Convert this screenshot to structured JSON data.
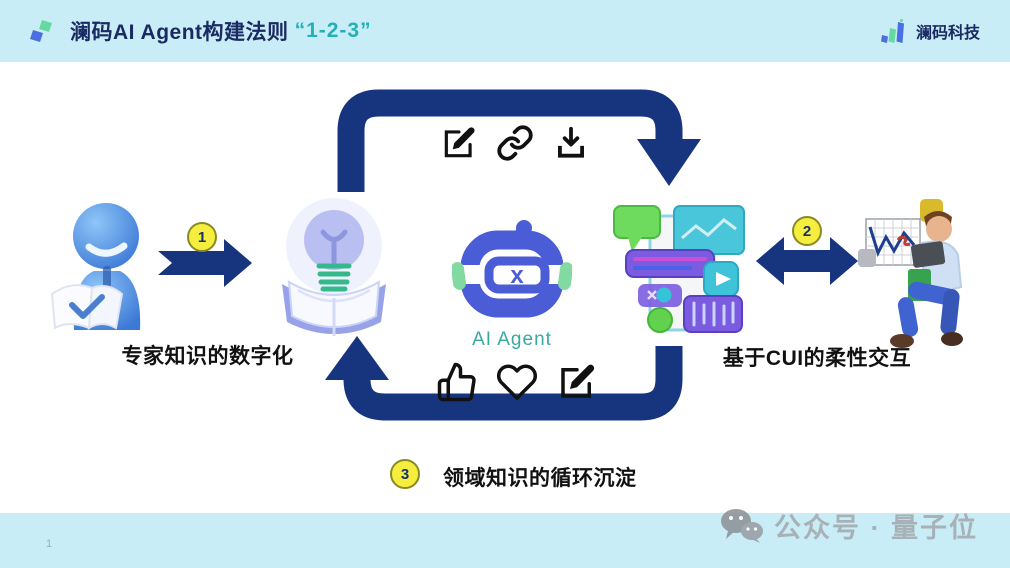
{
  "header": {
    "logo_icon": "lanma-logo-mark-icon",
    "title": "澜码AI Agent构建法则",
    "title_highlight": "“1-2-3”",
    "brand_icon": "bar-chart-logo-icon",
    "brand_name": "澜码科技"
  },
  "diagram": {
    "center_icon": "robot-icon",
    "center_label": "AI Agent",
    "left_illustration": "person-reading-icon",
    "knowledge_illustration": "book-lightbulb-icon",
    "interface_illustration": "app-interface-icon",
    "right_illustration": "person-laptop-chart-icon",
    "steps": [
      {
        "num": "1",
        "label": "专家知识的数字化"
      },
      {
        "num": "2",
        "label": "基于CUI的柔性交互"
      },
      {
        "num": "3",
        "label": "领域知识的循环沉淀"
      }
    ],
    "top_icons": [
      "edit-icon",
      "link-icon",
      "download-icon"
    ],
    "bottom_icons": [
      "thumbs-up-icon",
      "heart-icon",
      "edit-icon"
    ]
  },
  "footer": {
    "page_number": "1",
    "watermark_icon": "wechat-icon",
    "watermark_text": "公众号 · 量子位"
  },
  "colors": {
    "header_bg": "#c9edf6",
    "arrow_navy": "#16357e",
    "badge_yellow": "#f5ee3e",
    "accent_teal": "#25b0b6",
    "navy_text": "#1b2a63",
    "robot_blue": "#4a5cd6",
    "robot_green": "#82d9a2"
  }
}
